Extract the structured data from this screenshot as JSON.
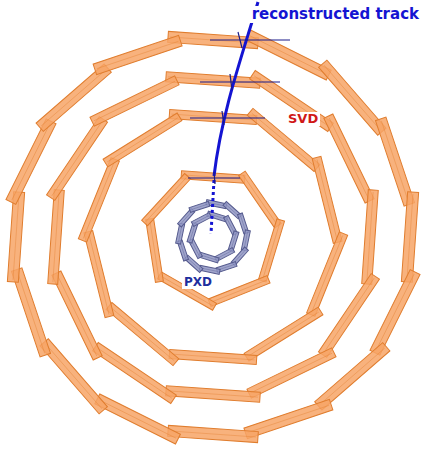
{
  "diagram": {
    "labels": [
      "reconstructed track",
      "SVD",
      "PXD"
    ]
  }
}
